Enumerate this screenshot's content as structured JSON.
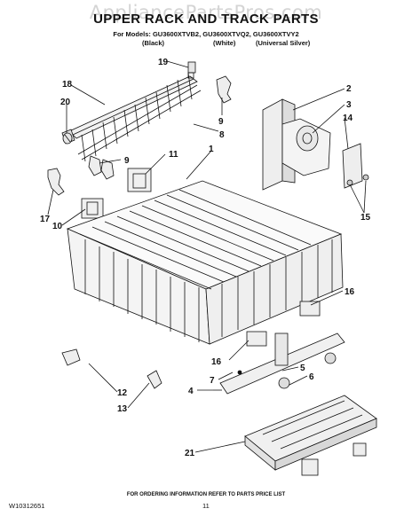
{
  "header": {
    "watermark": "AppliancePartsPros.com",
    "title": "UPPER RACK AND TRACK PARTS",
    "models_line": "For Models: GU3600XTVB2, GU3600XTVQ2, GU3600XTVY2",
    "color_black": "(Black)",
    "color_white": "(White)",
    "color_silver": "(Universal Silver)"
  },
  "callouts": [
    "19",
    "18",
    "20",
    "2",
    "3",
    "14",
    "9",
    "8",
    "1",
    "9",
    "11",
    "17",
    "10",
    "15",
    "16",
    "16",
    "7",
    "5",
    "6",
    "4",
    "12",
    "13",
    "21"
  ],
  "footer": {
    "note": "FOR ORDERING INFORMATION REFER TO PARTS PRICE LIST",
    "doc_id": "W10312651",
    "page": "11"
  },
  "colors": {
    "line": "#111111",
    "watermark": "#d4d4d4"
  }
}
